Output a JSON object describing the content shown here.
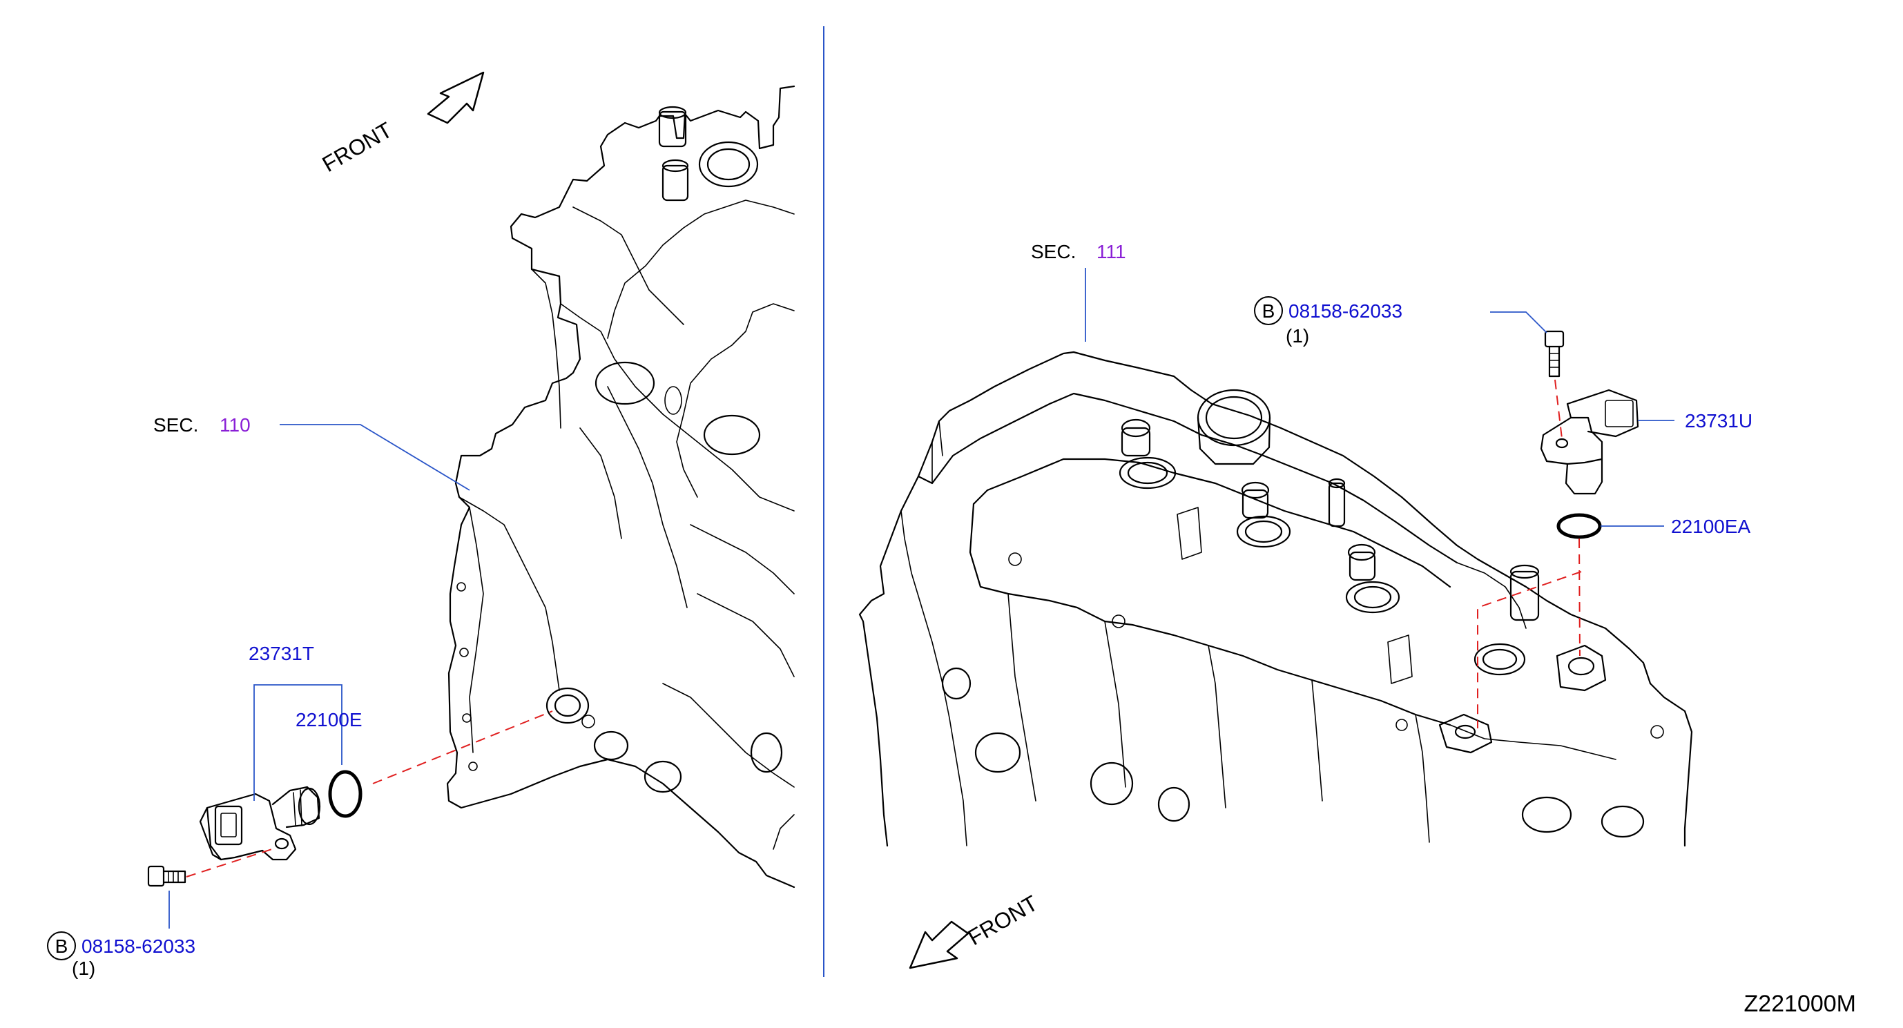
{
  "left_panel": {
    "front_label": "FRONT",
    "sec_prefix": "SEC.",
    "sec_number": "110",
    "sensor_part": "23731T",
    "oring_part": "22100E",
    "bolt_badge": "B",
    "bolt_part": "08158-62033",
    "bolt_qty": "(1)"
  },
  "right_panel": {
    "front_label": "FRONT",
    "sec_prefix": "SEC.",
    "sec_number": "111",
    "bolt_badge": "B",
    "bolt_part": "08158-62033",
    "bolt_qty": "(1)",
    "sensor_part": "23731U",
    "oring_part": "22100EA"
  },
  "diagram_code": "Z221000M",
  "colors": {
    "part_link": "#1010d0",
    "section_link": "#8a1fd6",
    "leader_line": "#2a55c8",
    "alignment_dash": "#e02020",
    "divider": "#2a55c8"
  }
}
